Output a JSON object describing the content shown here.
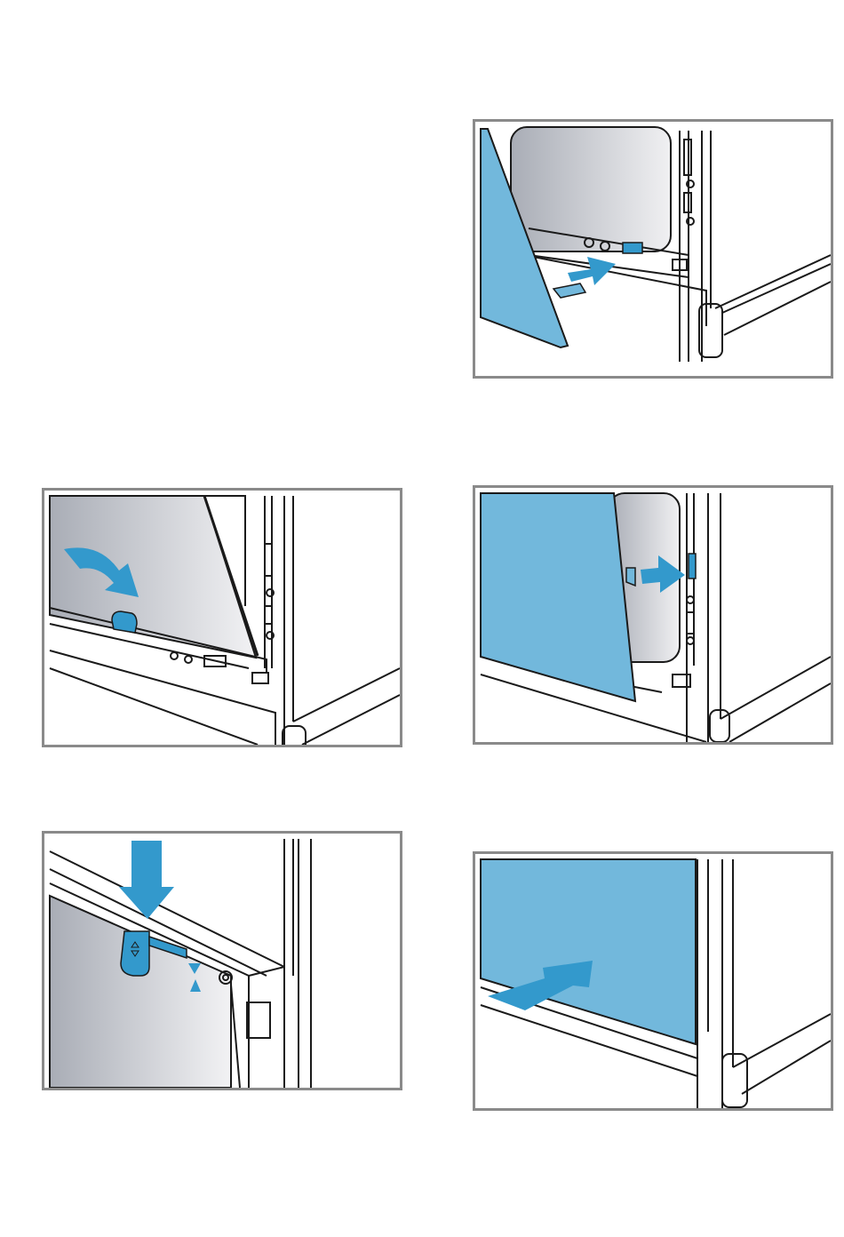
{
  "colors": {
    "frame": "#8a8a8a",
    "line": "#1a1a1a",
    "door_blue": "#72b8dc",
    "arrow_blue": "#3399cc",
    "glass_light": "#e8e8ea",
    "glass_dark": "#a9adb6"
  },
  "panels": [
    {
      "id": "p1",
      "depicts": "door-panel-tilted-insert",
      "arrow": "arrow-right-icon"
    },
    {
      "id": "p2",
      "depicts": "inner-glass-lowered",
      "arrow": "arrow-curved-down-icon"
    },
    {
      "id": "p3",
      "depicts": "door-panel-upright",
      "arrow": "arrow-right-icon"
    },
    {
      "id": "p4",
      "depicts": "clip-pressed-down",
      "arrow": "arrow-down-icon"
    },
    {
      "id": "p5",
      "depicts": "door-panel-pushed-in",
      "arrow": "arrow-right-icon"
    }
  ]
}
